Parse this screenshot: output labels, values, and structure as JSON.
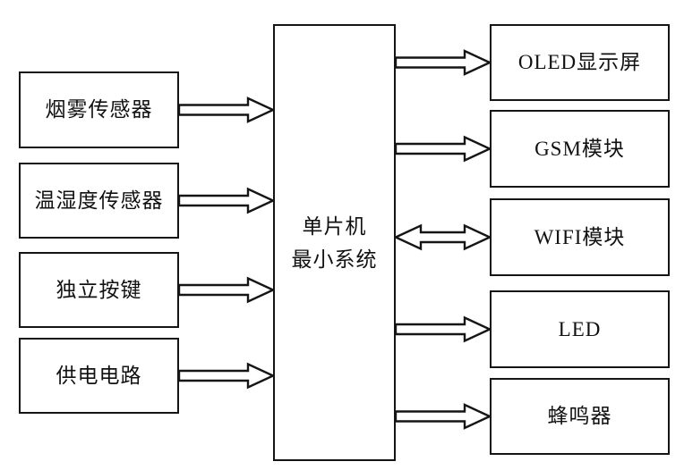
{
  "diagram": {
    "type": "block-diagram",
    "colors": {
      "line": "#151515",
      "background": "#ffffff",
      "box_fill": "#ffffff",
      "text": "#111111"
    },
    "center_node": {
      "id": "mcu",
      "lines": [
        "单片机",
        "最小系统"
      ]
    },
    "left_nodes": [
      {
        "id": "smoke",
        "label": "烟雾传感器"
      },
      {
        "id": "temp",
        "label": "温湿度传感器"
      },
      {
        "id": "keys",
        "label": "独立按键"
      },
      {
        "id": "power",
        "label": "供电电路"
      }
    ],
    "right_nodes": [
      {
        "id": "oled",
        "label": "OLED显示屏"
      },
      {
        "id": "gsm",
        "label": "GSM模块"
      },
      {
        "id": "wifi",
        "label": "WIFI模块"
      },
      {
        "id": "led",
        "label": "LED"
      },
      {
        "id": "buzzer",
        "label": "蜂鸣器"
      }
    ],
    "edges": [
      {
        "from": "smoke",
        "to": "mcu",
        "bidirectional": false
      },
      {
        "from": "temp",
        "to": "mcu",
        "bidirectional": false
      },
      {
        "from": "keys",
        "to": "mcu",
        "bidirectional": false
      },
      {
        "from": "power",
        "to": "mcu",
        "bidirectional": false
      },
      {
        "from": "mcu",
        "to": "oled",
        "bidirectional": false
      },
      {
        "from": "mcu",
        "to": "gsm",
        "bidirectional": false
      },
      {
        "from": "mcu",
        "to": "wifi",
        "bidirectional": true
      },
      {
        "from": "mcu",
        "to": "led",
        "bidirectional": false
      },
      {
        "from": "mcu",
        "to": "buzzer",
        "bidirectional": false
      }
    ]
  }
}
